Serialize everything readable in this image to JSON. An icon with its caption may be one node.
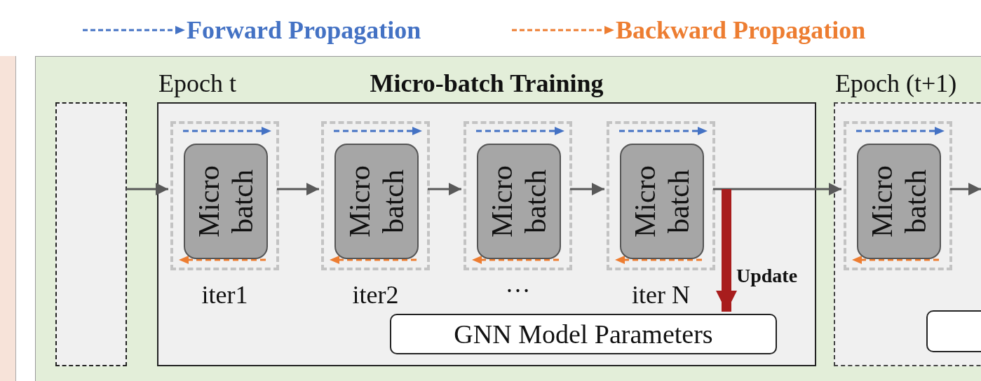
{
  "diagram": {
    "nodes": [
      {
        "text": [],
        "shape": "box"
      },
      {
        "text": [],
        "shape": "box",
        "in": 0
      },
      {
        "text": [
          "Epoch t",
          "Micro-batch Training"
        ],
        "in": 0
      },
      {
        "text": [],
        "shape": "box",
        "in": 2,
        "beside": [
          "iter1"
        ]
      },
      {
        "text": [
          "Micro batch"
        ],
        "in": 3
      },
      {
        "text": [],
        "shape": "box",
        "in": 2,
        "beside": [
          "iter2"
        ]
      },
      {
        "text": [
          "Micro batch"
        ],
        "in": 5
      },
      {
        "text": [],
        "shape": "box",
        "in": 2,
        "beside": [
          "…"
        ]
      },
      {
        "text": [
          "Micro batch"
        ],
        "in": 7
      },
      {
        "text": [],
        "shape": "box",
        "in": 2,
        "beside": [
          "iter N"
        ]
      },
      {
        "text": [
          "Micro batch"
        ],
        "in": 9
      },
      {
        "text": [
          "GNN Model Parameters"
        ],
        "in": 2
      },
      {
        "text": [
          "Epoch (t+1)"
        ],
        "in": 0
      },
      {
        "text": [],
        "shape": "box",
        "in": 12
      },
      {
        "text": [
          "Micro batch"
        ],
        "in": 13
      },
      {
        "text": [],
        "shape": "box",
        "in": 12
      }
    ],
    "edges": [
      {
        "from": 1,
        "to": 3,
        "arrow": "to"
      },
      {
        "from": 3,
        "to": 5,
        "arrow": "to"
      },
      {
        "from": 5,
        "to": 7,
        "arrow": "to"
      },
      {
        "from": 7,
        "to": 9,
        "arrow": "to"
      },
      {
        "from": 9,
        "to": 13,
        "arrow": "to"
      },
      {
        "from": 13,
        "to": null,
        "arrow": "to"
      },
      {
        "from": 9,
        "to": 11,
        "arrow": "to",
        "label": "Update",
        "style": "thick",
        "color": "#a81d1d"
      }
    ],
    "legend": [
      {
        "text": "Forward Propagation"
      },
      {
        "text": "Backward Propagation"
      }
    ]
  }
}
